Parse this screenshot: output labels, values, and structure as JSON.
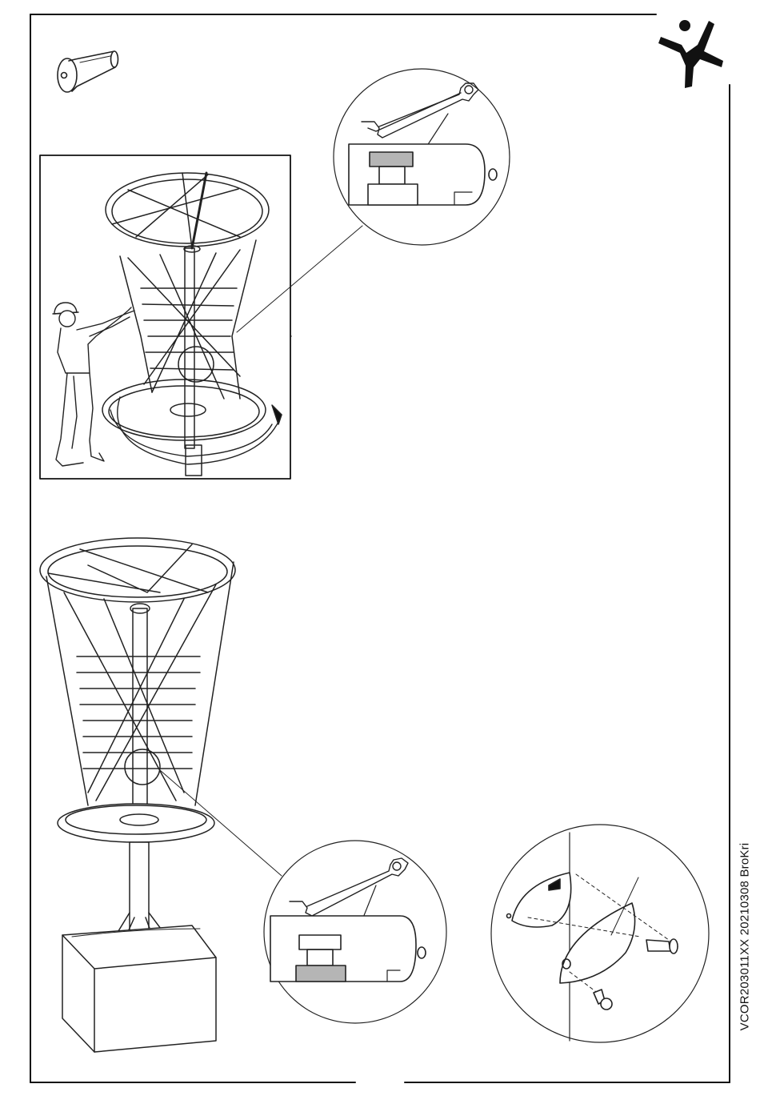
{
  "document": {
    "footer_code": "VCOR203011XX  20210308  BroKri"
  },
  "brand": {
    "logo_icon": "jumping-figure-logo"
  },
  "colors": {
    "ink": "#111111",
    "line": "#222222",
    "shade": "#b5b5b5",
    "paper": "#ffffff"
  },
  "panels": {
    "step_one": {
      "icon": "tighten-bolts-rotate-net"
    },
    "step_two": {
      "icon": "installed-net-on-foundation"
    },
    "detail_one": {
      "icon": "wrench-tighten-nut-detail"
    },
    "detail_two": {
      "icon": "wrench-tighten-nut-detail"
    },
    "detail_three": {
      "icon": "cap-screw-assembly-detail"
    },
    "hardware": {
      "icon": "button-head-bolt"
    }
  }
}
